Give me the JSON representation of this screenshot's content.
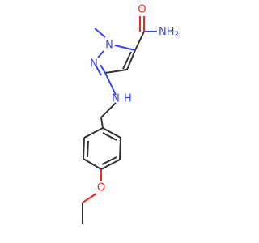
{
  "molecule": {
    "atoms": {
      "nh2": "NH",
      "nh2_sub": "2",
      "amide_o": "O",
      "n1": "N",
      "n2": "N",
      "amine_n": "N",
      "amine_h": "H",
      "ether_o": "O"
    },
    "colors": {
      "carbon": "#333333",
      "nitrogen": "#3344ff",
      "oxygen": "#ff2020",
      "background": "#ffffff"
    }
  }
}
